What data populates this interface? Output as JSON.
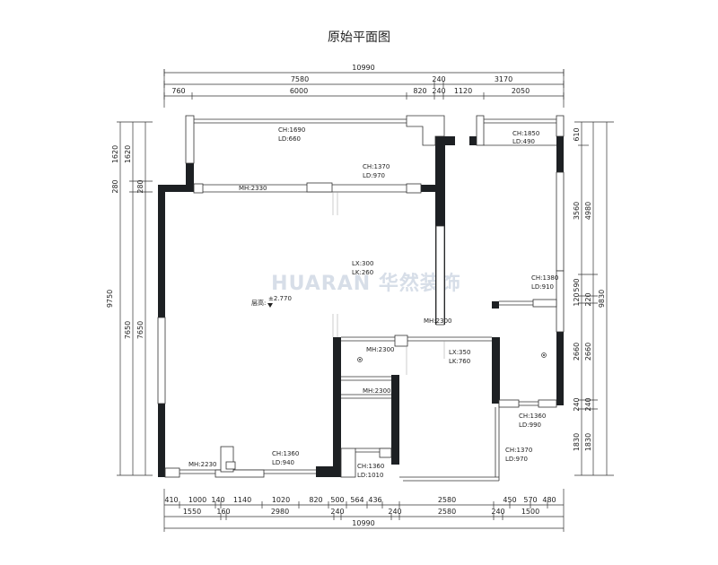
{
  "title": "原始平面图",
  "watermark": "HUARAN 华然装饰",
  "top_dims": {
    "overall": "10990",
    "row2": [
      "7580",
      "240",
      "3170"
    ],
    "row3": [
      "760",
      "6000",
      "820",
      "240",
      "1120",
      "2050"
    ]
  },
  "bottom_dims": {
    "row1": [
      "410",
      "1000",
      "140",
      "1140",
      "1020",
      "820",
      "500",
      "564",
      "436",
      "2580",
      "450",
      "570",
      "480"
    ],
    "row2": [
      "1550",
      "160",
      "2980",
      "240",
      "240",
      "2580",
      "240",
      "1500"
    ],
    "overall": "10990"
  },
  "left_dims": {
    "outer": [
      "1620",
      "280",
      "7650"
    ],
    "inner": [
      "1620",
      "280",
      "7650"
    ],
    "overall": "9750"
  },
  "right_dims": {
    "inner": [
      "610",
      "3560",
      "590",
      "120",
      "2660",
      "240",
      "1830"
    ],
    "mid": [
      "4980",
      "220",
      "2660",
      "240",
      "1830"
    ],
    "overall": "9830"
  },
  "labels": {
    "ch1690": "CH:1690",
    "ld660": "LD:660",
    "ch1850": "CH:1850",
    "ld490": "LD:490",
    "ch1370_top": "CH:1370",
    "ld970_top": "LD:970",
    "mh2330_top": "MH:2330",
    "lx300": "LX:300",
    "lk260": "LK:260",
    "level_label": "层高:",
    "level_value": "±2.770",
    "ch1380": "CH:1380",
    "ld910": "LD:910",
    "mh2300_a": "MH:2300",
    "mh2300_b": "MH:2300",
    "mh2300_c": "MH:2300",
    "lx350": "LX:350",
    "lk760": "LK:760",
    "ch1360_r": "CH:1360",
    "ld990": "LD:990",
    "ch1370_b": "CH:1370",
    "ld970_b": "LD:970",
    "mh2230": "MH:2230",
    "ch1360_l": "CH:1360",
    "ld940": "LD:940",
    "ch1360_m": "CH:1360",
    "ld1010": "LD:1010"
  }
}
